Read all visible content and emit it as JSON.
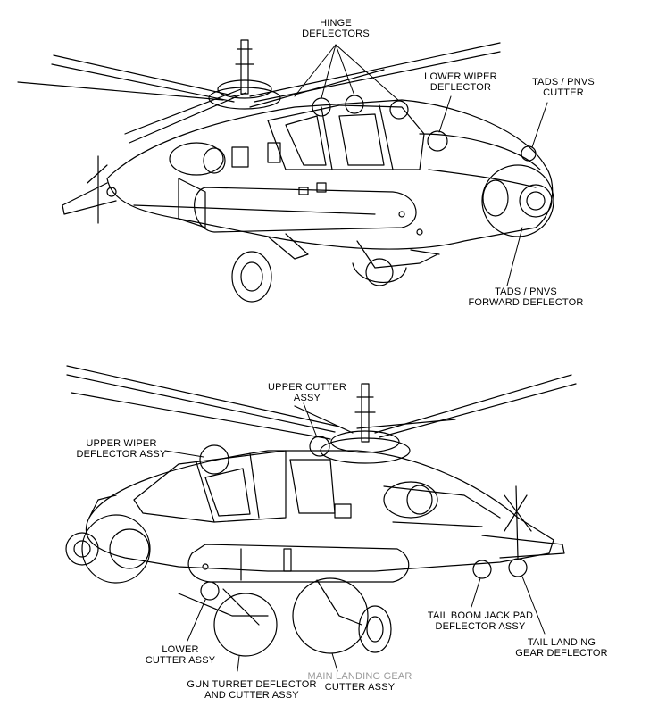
{
  "top_view": {
    "labels": {
      "hinge_deflectors": [
        "HINGE",
        "DEFLECTORS"
      ],
      "lower_wiper_deflector": [
        "LOWER WIPER",
        "DEFLECTOR"
      ],
      "tads_pnvs_cutter": [
        "TADS / PNVS",
        "CUTTER"
      ],
      "tads_pnvs_forward_deflector": [
        "TADS / PNVS",
        "FORWARD DEFLECTOR"
      ]
    }
  },
  "bottom_view": {
    "labels": {
      "upper_cutter_assy": [
        "UPPER CUTTER",
        "ASSY"
      ],
      "upper_wiper_deflector_assy": [
        "UPPER WIPER",
        "DEFLECTOR ASSY"
      ],
      "tail_boom_jack_pad_deflector_assy": [
        "TAIL BOOM JACK PAD",
        "DEFLECTOR ASSY"
      ],
      "tail_landing_gear_deflector": [
        "TAIL LANDING",
        "GEAR DEFLECTOR"
      ],
      "lower_cutter_assy": [
        "LOWER",
        "CUTTER ASSY"
      ],
      "gun_turret_deflector_and_cutter_assy": [
        "GUN TURRET DEFLECTOR",
        "AND CUTTER ASSY"
      ],
      "main_landing_gear_cutter_assy": [
        "MAIN LANDING GEAR",
        "CUTTER ASSY"
      ]
    }
  },
  "colors": {
    "ink": "#000000",
    "background": "#ffffff",
    "faded_label": "#9a9a9a"
  }
}
